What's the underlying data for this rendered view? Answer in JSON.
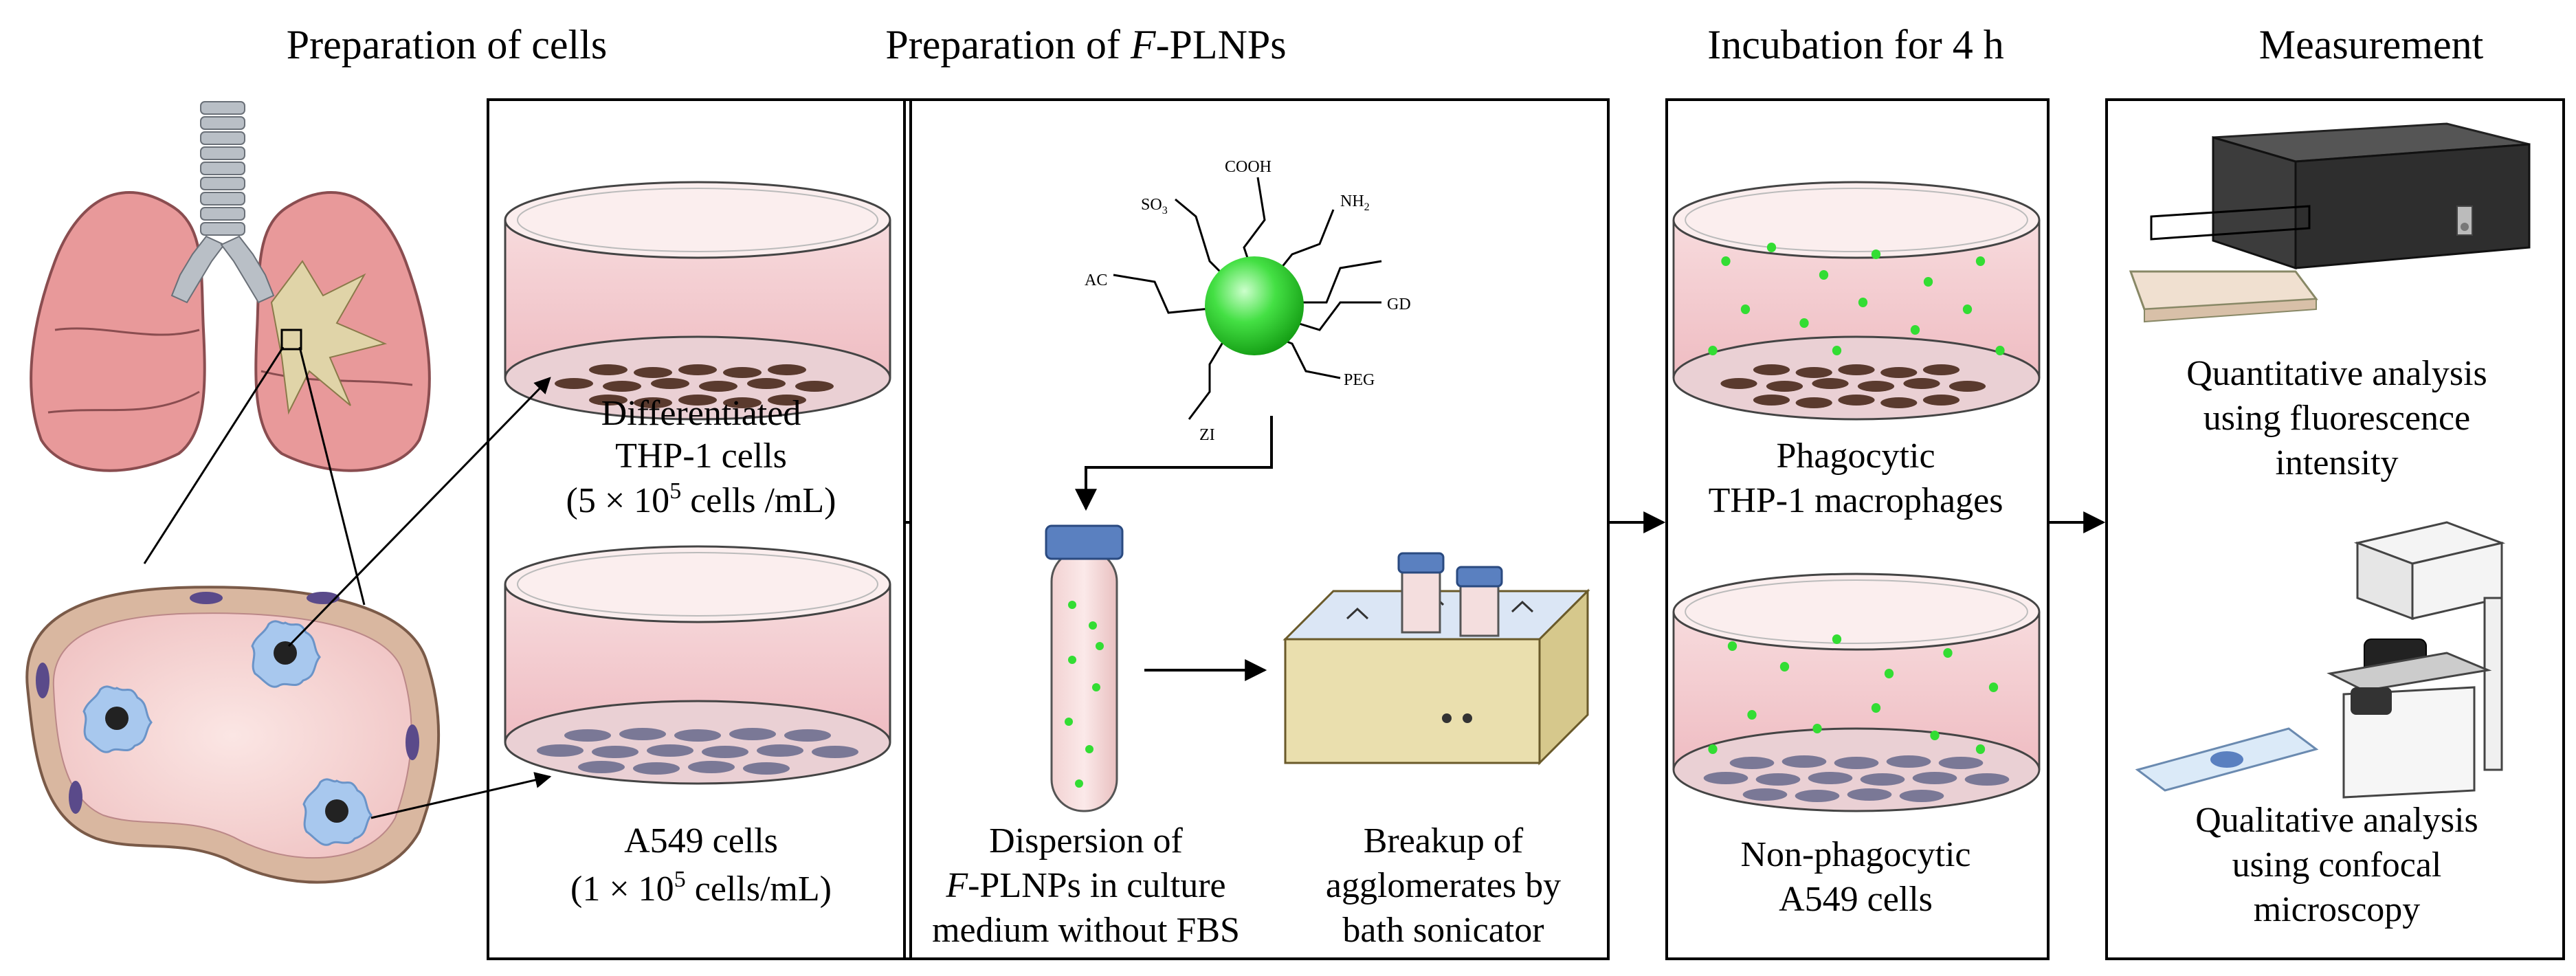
{
  "headings": {
    "cells": "Preparation of cells",
    "plnps_prefix": "Preparation of ",
    "plnps_italic": "F",
    "plnps_suffix": "-PLNPs",
    "incubation": "Incubation for 4 h",
    "measurement": "Measurement"
  },
  "cells_panel": {
    "thp1_line1": "Differentiated",
    "thp1_line2": "THP-1 cells",
    "thp1_conc_a": "(5 × 10",
    "thp1_conc_sup": "5",
    "thp1_conc_b": " cells /mL)",
    "a549_line1": "A549 cells",
    "a549_conc_a": "(1 × 10",
    "a549_conc_sup": "5",
    "a549_conc_b": " cells/mL)"
  },
  "nanoparticle": {
    "groups": {
      "cooh": "COOH",
      "so3": "SO",
      "so3_sub": "3",
      "nh2": "NH",
      "nh2_sub": "2",
      "ac": "AC",
      "gd": "GD",
      "zi": "ZI",
      "peg": "PEG"
    },
    "dispersion_line1": "Dispersion of",
    "dispersion_italic": "F",
    "dispersion_line2_rest": "-PLNPs in culture",
    "dispersion_line3": "medium without FBS",
    "breakup_line1": "Breakup of",
    "breakup_line2": "agglomerates by",
    "breakup_line3": "bath sonicator"
  },
  "incubation_panel": {
    "phago_line1": "Phagocytic",
    "phago_line2": "THP-1 macrophages",
    "nonphago_line1": "Non-phagocytic",
    "nonphago_line2": "A549 cells"
  },
  "measurement_panel": {
    "quant_line1": "Quantitative analysis",
    "quant_line2": "using fluorescence",
    "quant_line3": "intensity",
    "qual_line1": "Qualitative analysis",
    "qual_line2": "using confocal",
    "qual_line3": "microscopy"
  },
  "colors": {
    "medium_pink": "#f0c4c8",
    "lung": "#e8999a",
    "airway": "#e0d4a8",
    "nanoparticle_green": "#33dd33",
    "vial_cap": "#5a80c0",
    "sonicator": "#eadfae",
    "cell_blue": "#a8c8ee"
  }
}
